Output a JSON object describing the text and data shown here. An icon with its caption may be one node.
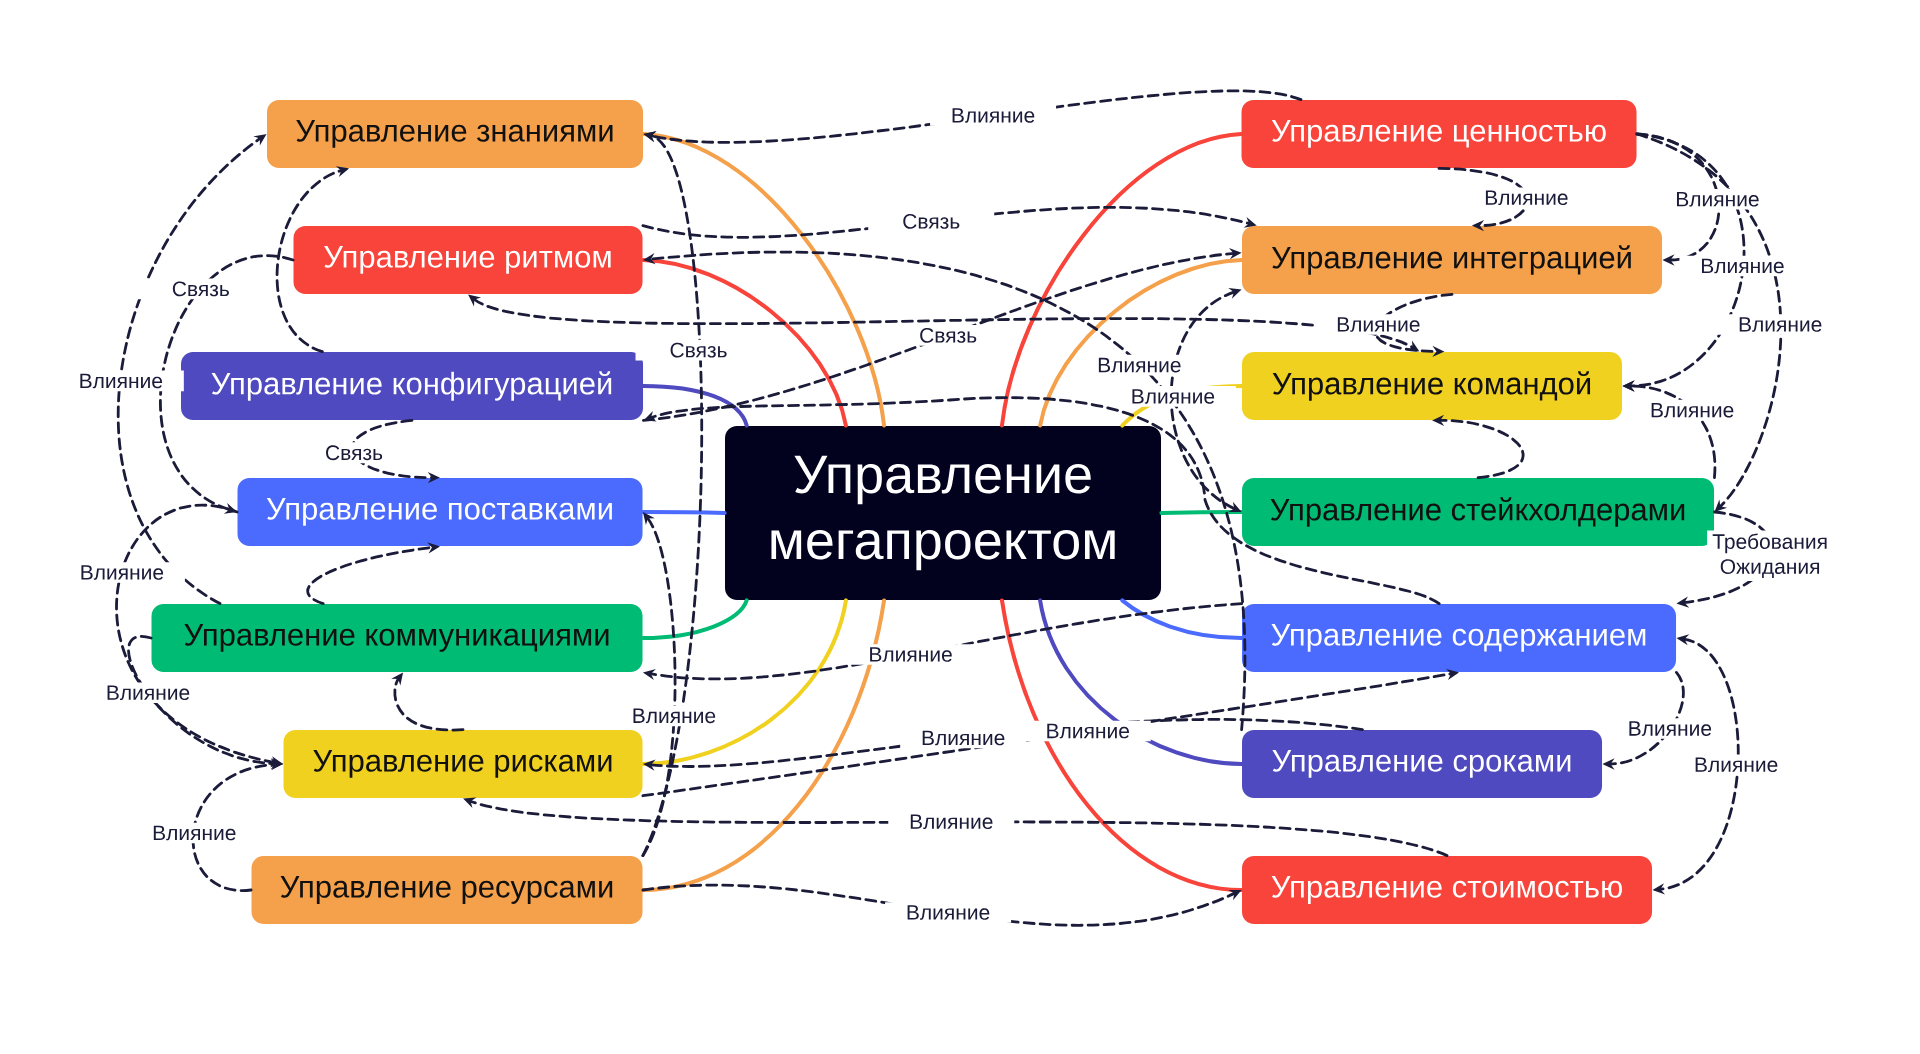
{
  "diagram": {
    "nodes": [
      {
        "text": [
          "Управление мегапроектом"
        ]
      },
      {
        "text": [
          "Управление знаниями"
        ]
      },
      {
        "text": [
          "Управление ритмом"
        ]
      },
      {
        "text": [
          "Управление конфигурацией"
        ]
      },
      {
        "text": [
          "Управление поставками"
        ]
      },
      {
        "text": [
          "Управление коммуникациями"
        ]
      },
      {
        "text": [
          "Управление рисками"
        ]
      },
      {
        "text": [
          "Управление ресурсами"
        ]
      },
      {
        "text": [
          "Управление ценностью"
        ]
      },
      {
        "text": [
          "Управление интеграцией"
        ]
      },
      {
        "text": [
          "Управление командой"
        ]
      },
      {
        "text": [
          "Управление стейкхолдерами"
        ]
      },
      {
        "text": [
          "Управление содержанием"
        ]
      },
      {
        "text": [
          "Управление сроками"
        ]
      },
      {
        "text": [
          "Управление стоимостью"
        ]
      }
    ],
    "edges": [
      {
        "from": 0,
        "to": 1,
        "arrow": "none",
        "color": "#f5a04a"
      },
      {
        "from": 0,
        "to": 2,
        "arrow": "none",
        "color": "#f8443a"
      },
      {
        "from": 0,
        "to": 3,
        "arrow": "none",
        "color": "#4f4abf"
      },
      {
        "from": 0,
        "to": 4,
        "arrow": "none",
        "color": "#4a6bfd"
      },
      {
        "from": 0,
        "to": 5,
        "arrow": "none",
        "color": "#00bb74"
      },
      {
        "from": 0,
        "to": 6,
        "arrow": "none",
        "color": "#f1d11f"
      },
      {
        "from": 0,
        "to": 7,
        "arrow": "none",
        "color": "#f5a04a"
      },
      {
        "from": 0,
        "to": 8,
        "arrow": "none",
        "color": "#f8443a"
      },
      {
        "from": 0,
        "to": 9,
        "arrow": "none",
        "color": "#f5a04a"
      },
      {
        "from": 0,
        "to": 10,
        "arrow": "none",
        "color": "#f1d11f"
      },
      {
        "from": 0,
        "to": 11,
        "arrow": "none",
        "color": "#00bb74"
      },
      {
        "from": 0,
        "to": 12,
        "arrow": "none",
        "color": "#4a6bfd"
      },
      {
        "from": 0,
        "to": 13,
        "arrow": "none",
        "color": "#4f4abf"
      },
      {
        "from": 0,
        "to": 14,
        "arrow": "none",
        "color": "#f8443a"
      },
      {
        "from": 8,
        "to": 1,
        "arrow": "to",
        "style": "dashed",
        "label": "Влияние"
      },
      {
        "from": 2,
        "to": 9,
        "arrow": "to",
        "style": "dashed",
        "label": "Связь"
      },
      {
        "from": 3,
        "to": 9,
        "arrow": "to",
        "style": "dashed",
        "label": "Связь"
      },
      {
        "from": 13,
        "to": 2,
        "arrow": "to",
        "style": "dashed",
        "label": "Влияние"
      },
      {
        "from": 2,
        "to": 10,
        "arrow": "both",
        "style": "dashed"
      },
      {
        "from": 9,
        "to": 10,
        "arrow": "to",
        "style": "dashed",
        "label": "Влияние"
      },
      {
        "from": 9,
        "to": 11,
        "arrow": "both",
        "style": "dashed",
        "label": "Влияние"
      },
      {
        "from": 8,
        "to": 9,
        "arrow": "to",
        "style": "dashed",
        "label": "Влияние"
      },
      {
        "from": 8,
        "to": 9,
        "arrow": "to",
        "style": "dashed",
        "label": "Влияние"
      },
      {
        "from": 8,
        "to": 10,
        "arrow": "to",
        "style": "dashed",
        "label": "Влияние"
      },
      {
        "from": 8,
        "to": 11,
        "arrow": "to",
        "style": "dashed",
        "label": "Влияние"
      },
      {
        "from": 11,
        "to": 10,
        "arrow": "to",
        "style": "dashed",
        "label": "Влияние"
      },
      {
        "from": 11,
        "to": 10,
        "arrow": "to",
        "style": "dashed"
      },
      {
        "from": 11,
        "to": 12,
        "arrow": "to",
        "style": "dashed",
        "label": "Требования Ожидания"
      },
      {
        "from": 12,
        "to": 14,
        "arrow": "both",
        "style": "dashed",
        "label": "Влияние"
      },
      {
        "from": 12,
        "to": 13,
        "arrow": "to",
        "style": "dashed",
        "label": "Влияние"
      },
      {
        "from": 12,
        "to": 5,
        "arrow": "to",
        "style": "dashed",
        "label": "Влияние"
      },
      {
        "from": 6,
        "to": 12,
        "arrow": "to",
        "style": "dashed",
        "label": "Влияние"
      },
      {
        "from": 13,
        "to": 6,
        "arrow": "to",
        "style": "dashed",
        "label": "Влияние"
      },
      {
        "from": 14,
        "to": 6,
        "arrow": "to",
        "style": "dashed",
        "label": "Влияние"
      },
      {
        "from": 7,
        "to": 14,
        "arrow": "to",
        "style": "dashed",
        "label": "Влияние"
      },
      {
        "from": 12,
        "to": 3,
        "arrow": "to",
        "style": "dashed"
      },
      {
        "from": 7,
        "to": 1,
        "arrow": "to",
        "style": "dashed",
        "label": "Связь"
      },
      {
        "from": 7,
        "to": 4,
        "arrow": "to",
        "style": "dashed",
        "label": "Влияние"
      },
      {
        "from": 3,
        "to": 1,
        "arrow": "to",
        "style": "dashed"
      },
      {
        "from": 2,
        "to": 4,
        "arrow": "to",
        "style": "dashed",
        "label": "Связь"
      },
      {
        "from": 5,
        "to": 1,
        "arrow": "to",
        "style": "dashed",
        "label": "Влияние"
      },
      {
        "from": 3,
        "to": 4,
        "arrow": "to",
        "style": "dashed",
        "label": "Связь"
      },
      {
        "from": 5,
        "to": 4,
        "arrow": "to",
        "style": "dashed"
      },
      {
        "from": 4,
        "to": 6,
        "arrow": "to",
        "style": "dashed",
        "label": "Влияние"
      },
      {
        "from": 5,
        "to": 6,
        "arrow": "to",
        "style": "dashed",
        "label": "Влияние"
      },
      {
        "from": 6,
        "to": 5,
        "arrow": "to",
        "style": "dashed"
      },
      {
        "from": 7,
        "to": 6,
        "arrow": "to",
        "style": "dashed",
        "label": "Влияние"
      }
    ]
  }
}
